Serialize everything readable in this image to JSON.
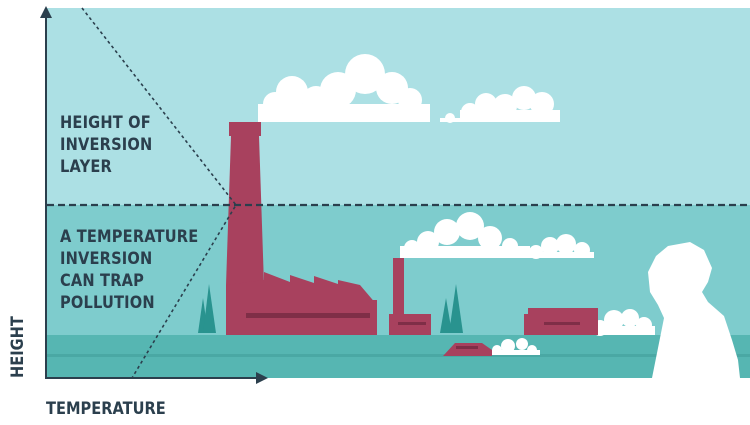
{
  "diagram": {
    "upper_label": "HEIGHT OF\nINVERSION\nLAYER",
    "lower_label": "A TEMPERATURE\nINVERSION\nCAN TRAP\nPOLLUTION",
    "x_axis_label": "TEMPERATURE",
    "y_axis_label": "HEIGHT"
  },
  "colors": {
    "sky": "#ace0e4",
    "inversion_layer": "#7ecccd",
    "ground": "#56b6b2",
    "factory": "#a8415e",
    "trees": "#29938f",
    "clouds": "#ffffff",
    "axis": "#2b3f4d",
    "text": "#2b3f4d"
  }
}
